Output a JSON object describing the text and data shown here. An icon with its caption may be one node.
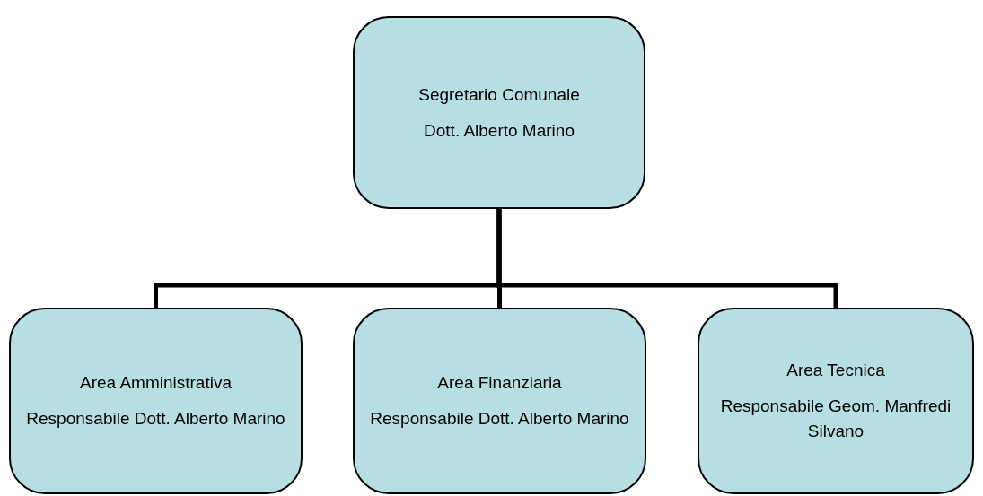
{
  "diagram": {
    "nodes": [
      {
        "text": [
          "Segretario Comunale",
          "Dott. Alberto Marino"
        ]
      },
      {
        "text": [
          "Area Amministrativa",
          "Responsabile Dott. Alberto Marino"
        ]
      },
      {
        "text": [
          "Area Finanziaria",
          "Responsabile Dott. Alberto Marino"
        ]
      },
      {
        "text": [
          "Area Tecnica",
          "Responsabile Geom. Manfredi Silvano"
        ]
      }
    ],
    "edges": [
      {
        "from": 0,
        "to": 1,
        "arrow": "none"
      },
      {
        "from": 0,
        "to": 2,
        "arrow": "none"
      },
      {
        "from": 0,
        "to": 3,
        "arrow": "none"
      }
    ]
  }
}
